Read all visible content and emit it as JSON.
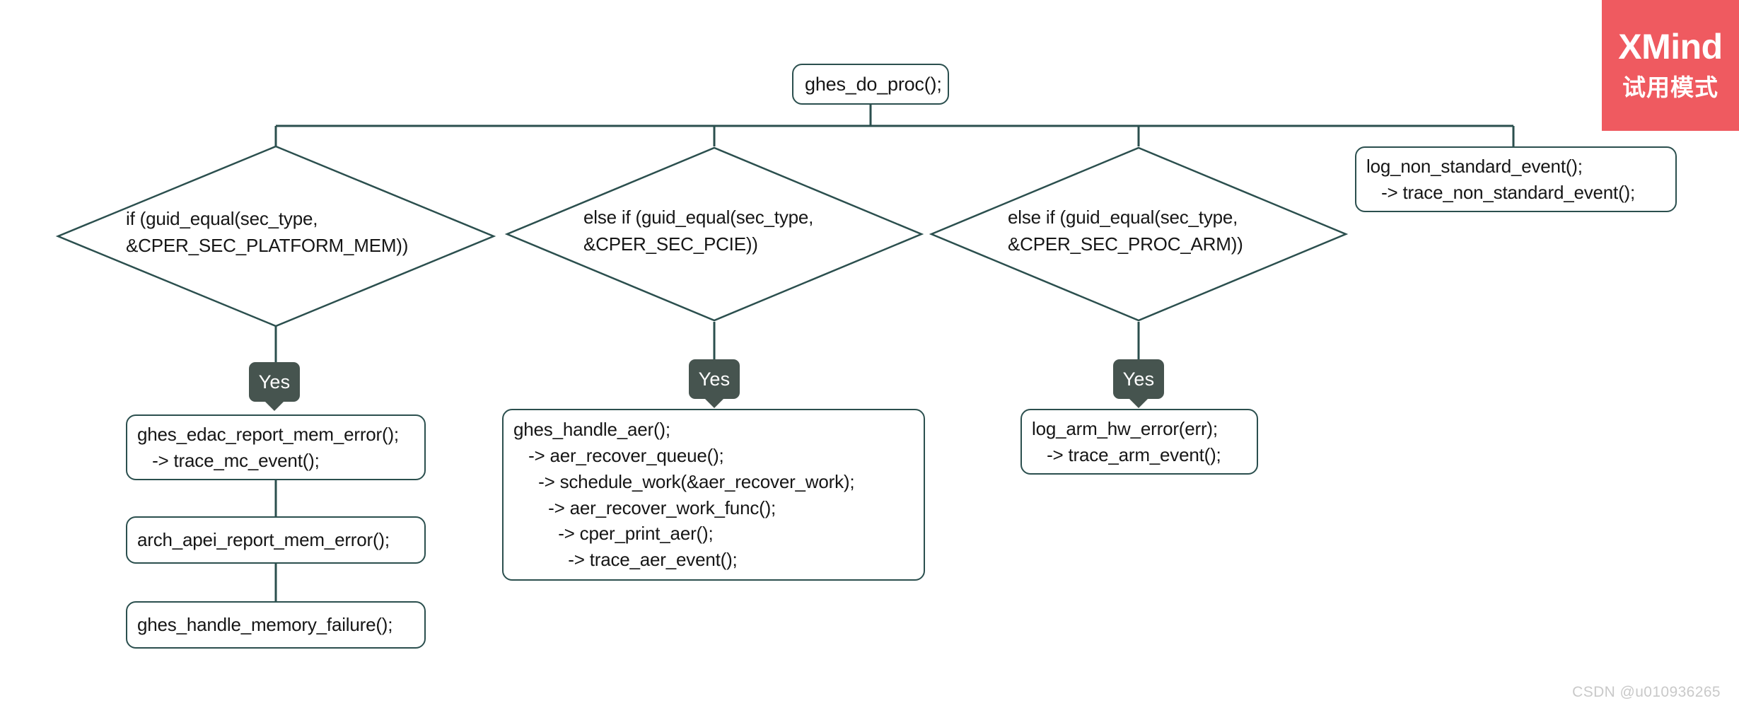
{
  "diagram": {
    "title": "ghes_do_proc();",
    "root": {
      "label": "ghes_do_proc();"
    },
    "branches": [
      {
        "id": "platform-mem",
        "condition_line1": "if (guid_equal(sec_type,",
        "condition_line2": "&CPER_SEC_PLATFORM_MEM))",
        "edge_label": "Yes",
        "steps": [
          {
            "id": "ghes-edac-report-mem-error",
            "lines": [
              "ghes_edac_report_mem_error();",
              "   -> trace_mc_event();"
            ]
          },
          {
            "id": "arch-apei-report-mem-error",
            "lines": [
              "arch_apei_report_mem_error();"
            ]
          },
          {
            "id": "ghes-handle-memory-failure",
            "lines": [
              "ghes_handle_memory_failure();"
            ]
          }
        ]
      },
      {
        "id": "pcie",
        "condition_line1": "else if (guid_equal(sec_type,",
        "condition_line2": "&CPER_SEC_PCIE))",
        "edge_label": "Yes",
        "steps": [
          {
            "id": "ghes-handle-aer",
            "lines": [
              "ghes_handle_aer();",
              "   -> aer_recover_queue();",
              "     -> schedule_work(&aer_recover_work);",
              "       -> aer_recover_work_func();",
              "         -> cper_print_aer();",
              "           -> trace_aer_event();"
            ]
          }
        ]
      },
      {
        "id": "proc-arm",
        "condition_line1": "else if (guid_equal(sec_type,",
        "condition_line2": "&CPER_SEC_PROC_ARM))",
        "edge_label": "Yes",
        "steps": [
          {
            "id": "log-arm-hw-error",
            "lines": [
              "log_arm_hw_error(err);",
              "   -> trace_arm_event();"
            ]
          }
        ]
      },
      {
        "id": "non-standard",
        "condition_line1": null,
        "condition_line2": null,
        "edge_label": null,
        "steps": [
          {
            "id": "log-non-standard-event",
            "lines": [
              "log_non_standard_event();",
              "   -> trace_non_standard_event();"
            ]
          }
        ]
      }
    ]
  },
  "watermarks": {
    "xmind_main": "XMind",
    "xmind_sub": "试用模式",
    "csdn": "CSDN @u010936265"
  },
  "colors": {
    "stroke": "#2b4f4e",
    "badge": "#46544f",
    "watermark_bg": "#ef5a60",
    "text": "#161616",
    "csdn_text": "#c9c9c9"
  }
}
